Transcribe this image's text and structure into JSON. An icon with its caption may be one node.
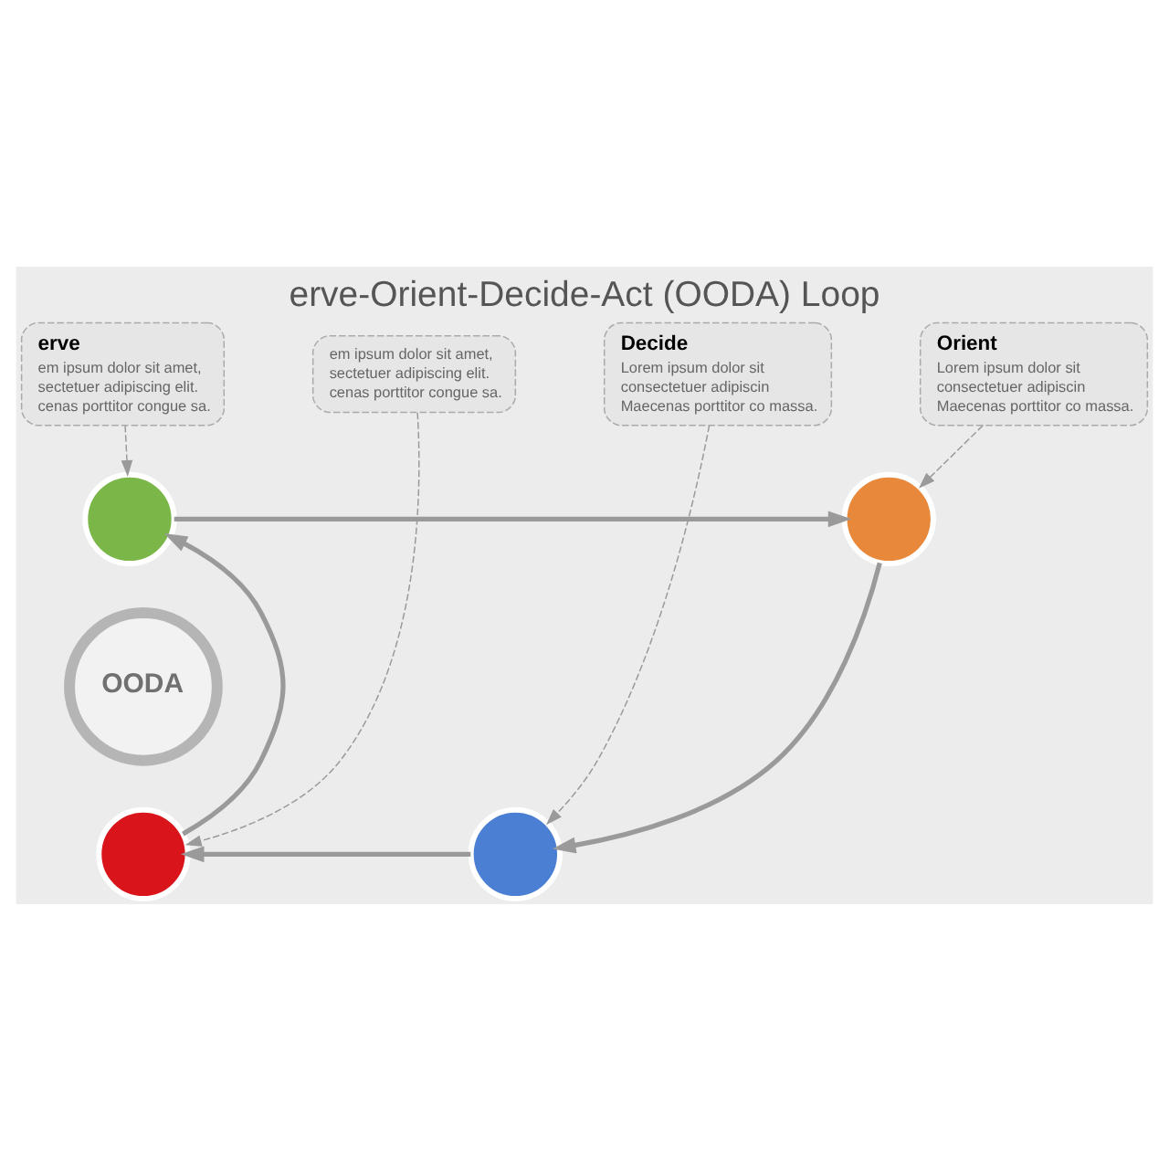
{
  "diagram": {
    "title": "erve-Orient-Decide-Act (OODA) Loop",
    "nodes": [
      {
        "text": [
          "erve",
          "em ipsum dolor sit amet,",
          "sectetuer adipiscing elit.",
          "cenas porttitor congue sa."
        ]
      },
      {
        "text": [
          "Orient",
          "Lorem ipsum dolor sit",
          "consectetuer adipiscin",
          "Maecenas porttitor co massa."
        ]
      },
      {
        "text": [
          "em ipsum dolor sit amet,",
          "sectetuer adipiscing elit.",
          "cenas porttitor congue sa."
        ]
      },
      {
        "text": [
          "Decide",
          "Lorem ipsum dolor sit",
          "consectetuer adipiscin",
          "Maecenas porttitor co massa."
        ]
      },
      {
        "text": [],
        "shape": "circle"
      },
      {
        "text": [],
        "shape": "circle"
      },
      {
        "text": [],
        "shape": "circle"
      },
      {
        "text": [],
        "shape": "circle"
      },
      {
        "text": [
          "OODA"
        ]
      }
    ],
    "edges": [
      {
        "from": 0,
        "to": 4,
        "arrow": "to",
        "style": "dashed"
      },
      {
        "from": 1,
        "to": 5,
        "arrow": "to",
        "style": "dashed"
      },
      {
        "from": 4,
        "to": 5,
        "arrow": "to",
        "style": "thick"
      },
      {
        "from": 5,
        "to": 7,
        "arrow": "to",
        "style": "thick"
      },
      {
        "from": 7,
        "to": 6,
        "arrow": "to",
        "style": "thick"
      },
      {
        "from": 6,
        "to": 4,
        "arrow": "to",
        "style": "thick"
      },
      {
        "from": 2,
        "to": 6,
        "arrow": "to",
        "style": "dashed"
      },
      {
        "from": 3,
        "to": 7,
        "arrow": "to",
        "style": "dashed"
      }
    ]
  }
}
